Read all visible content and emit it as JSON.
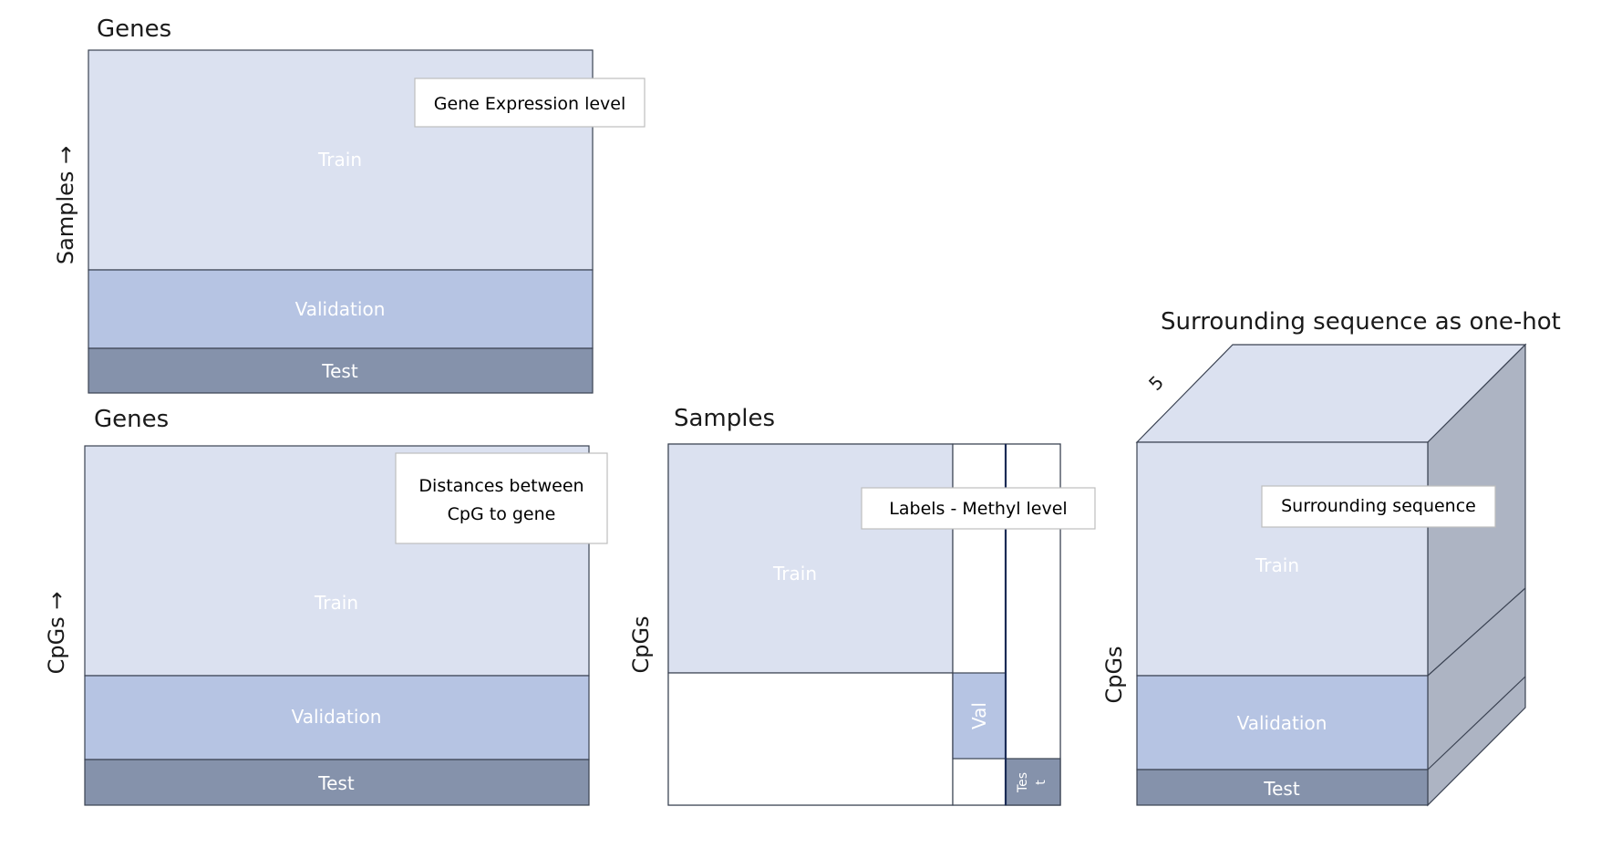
{
  "colors": {
    "train": "#dbe1f0",
    "validation": "#b6c4e3",
    "test": "#8592ab",
    "stroke": "#3a4252",
    "cube_side": "#adb4c3",
    "cube_top": "#dbe1f0"
  },
  "panel1": {
    "heading": "Genes",
    "axis_label": "Samples →",
    "train_label": "Train",
    "validation_label": "Validation",
    "test_label": "Test",
    "callout": "Gene Expression level"
  },
  "panel2": {
    "heading": "Genes",
    "axis_label": "CpGs →",
    "train_label": "Train",
    "validation_label": "Validation",
    "test_label": "Test",
    "callout_line1": "Distances between",
    "callout_line2": "CpG to gene"
  },
  "panel3": {
    "heading": "Samples",
    "axis_label": "CpGs",
    "train_label": "Train",
    "val_label": "Val",
    "test_label_line1": "Tes",
    "test_label_line2": "t",
    "callout": "Labels - Methyl level"
  },
  "panel4": {
    "heading": "Surrounding sequence as one-hot",
    "axis_label": "CpGs",
    "depth_label": "5",
    "train_label": "Train",
    "validation_label": "Validation",
    "test_label": "Test",
    "callout": "Surrounding sequence"
  }
}
